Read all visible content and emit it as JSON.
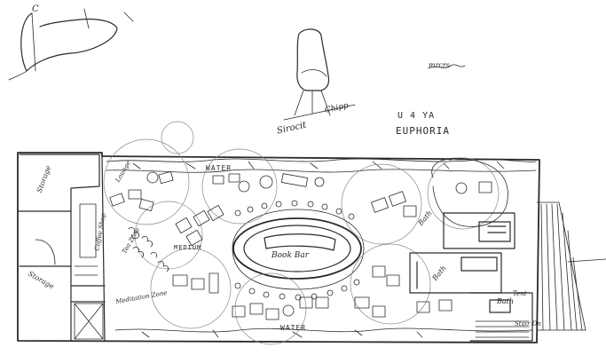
{
  "header": {
    "title_line1": "U 4 YA",
    "title_line2": "EUPHORIA"
  },
  "labels": {
    "chair_sketch": "Sirocit",
    "chair_sketch_2": "Chipp",
    "scribble": "mrcrs",
    "scribble_corner": "C",
    "storage_left": "Storage",
    "entrance": "Lounge",
    "coffee": "Coffee Shop",
    "storage_bottom": "Storage",
    "bar": "Book Bar",
    "water_top": "WATER",
    "water_bottom": "WATER",
    "bath1": "Bath",
    "bath2": "Bath",
    "bath3": "Bath",
    "stair": "Stair Dn",
    "meditation": "MEDIUM",
    "waiting": "Meditation Zone",
    "zone_left": "Tea Zone",
    "tent": "Tent"
  },
  "colors": {
    "ink": "#2a2a2a",
    "paper": "#ffffff"
  }
}
